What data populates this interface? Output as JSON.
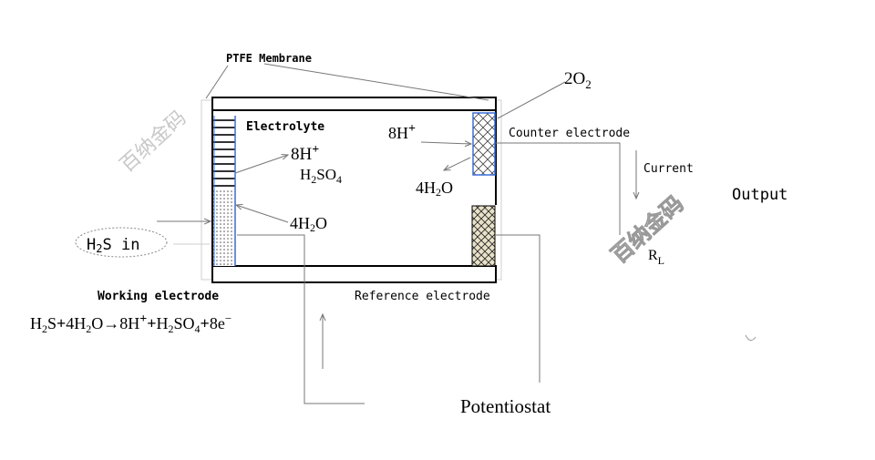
{
  "labels": {
    "ptfe_membrane": "PTFE Membrane",
    "electrolyte": "Electrolyte",
    "o2_left": "2O",
    "o2_sub": "2",
    "h_plus_right": "8H",
    "h_plus_right_sup": "+",
    "h_plus_left": "8H",
    "h_plus_left_sup": "+",
    "h2so4_h": "H",
    "h2so4_sub2": "2",
    "h2so4_so": "SO",
    "h2so4_sub4": "4",
    "water_right": "4H",
    "water_right_sub": "2",
    "water_right_o": "O",
    "water_left": "4H",
    "water_left_sub": "2",
    "water_left_o": "O",
    "counter_electrode": "Counter electrode",
    "current": "Current",
    "output": "Output",
    "rl_r": "R",
    "rl_sub": "L",
    "h2s_in_h": "H",
    "h2s_in_sub": "2",
    "h2s_in_rest": "S in",
    "working_electrode": "Working electrode",
    "reference_electrode": "Reference electrode",
    "potentiostat": "Potentiostat"
  },
  "equation": {
    "lhs_h": "H",
    "lhs_sub2": "2",
    "lhs_s": "S",
    "plus1": "+",
    "term2": "4H",
    "term2_sub": "2",
    "term2_o": "O",
    "arrow": "→",
    "term3": "8H",
    "term3_sup": "+",
    "plus2": "+",
    "term4_h": "H",
    "term4_sub2": "2",
    "term4_so": "SO",
    "term4_sub4": "4",
    "plus3": "+",
    "term5": "8e",
    "term5_sup": "−"
  },
  "watermark": {
    "text": "百纳金码"
  },
  "colors": {
    "line": "#000000",
    "thin_line": "#8a8a8a",
    "electrode_border": "#3a6fd8",
    "watermark": "#c8c8c8"
  }
}
